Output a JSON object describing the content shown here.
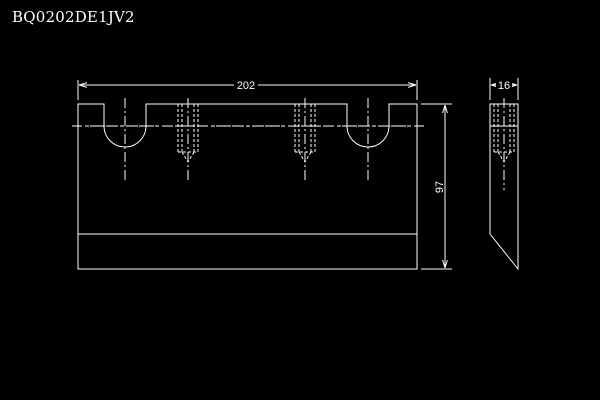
{
  "drawing": {
    "title": "BQ0202DE1JV2",
    "dimensions": {
      "length": "202",
      "height": "97",
      "thickness": "16"
    }
  }
}
